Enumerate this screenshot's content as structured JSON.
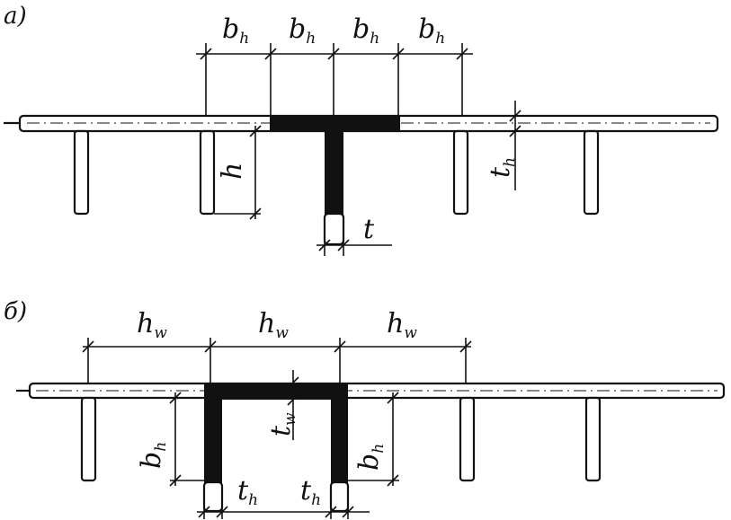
{
  "panel_a": {
    "label": "а)",
    "dim_top": [
      {
        "main": "b",
        "sub": "h"
      },
      {
        "main": "b",
        "sub": "h"
      },
      {
        "main": "b",
        "sub": "h"
      },
      {
        "main": "b",
        "sub": "h"
      }
    ],
    "dim_rib_height": {
      "main": "h"
    },
    "dim_rib_width": {
      "main": "t"
    },
    "dim_flange": {
      "main": "t",
      "sub": "h"
    }
  },
  "panel_b": {
    "label": "б)",
    "dim_top": [
      {
        "main": "h",
        "sub": "w"
      },
      {
        "main": "h",
        "sub": "w"
      },
      {
        "main": "h",
        "sub": "w"
      }
    ],
    "dim_web": {
      "main": "t",
      "sub": "w"
    },
    "dim_left": {
      "main": "b",
      "sub": "h"
    },
    "dim_right": {
      "main": "b",
      "sub": "h"
    },
    "dim_bottom": [
      {
        "main": "t",
        "sub": "h"
      },
      {
        "main": "t",
        "sub": "h"
      }
    ]
  },
  "colors": {
    "ink": "#111111",
    "paper": "#ffffff"
  }
}
